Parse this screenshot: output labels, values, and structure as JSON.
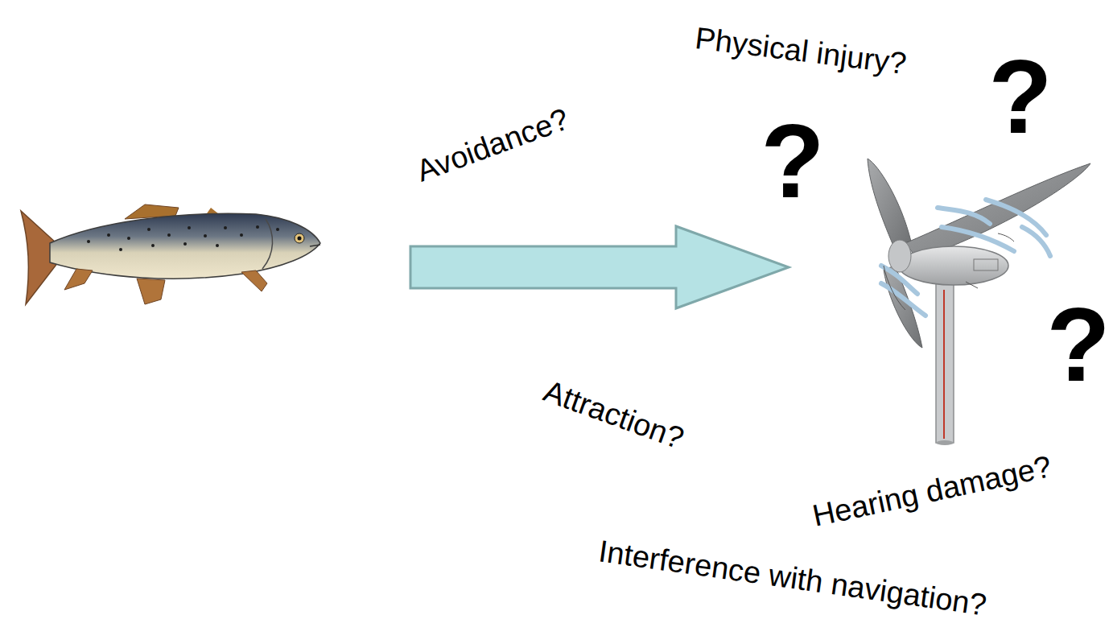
{
  "diagram": {
    "labels": [
      "Avoidance?",
      "Physical injury?",
      "?",
      "?",
      "?",
      "Attraction?",
      "Hearing damage?",
      "Interference with navigation?"
    ]
  }
}
